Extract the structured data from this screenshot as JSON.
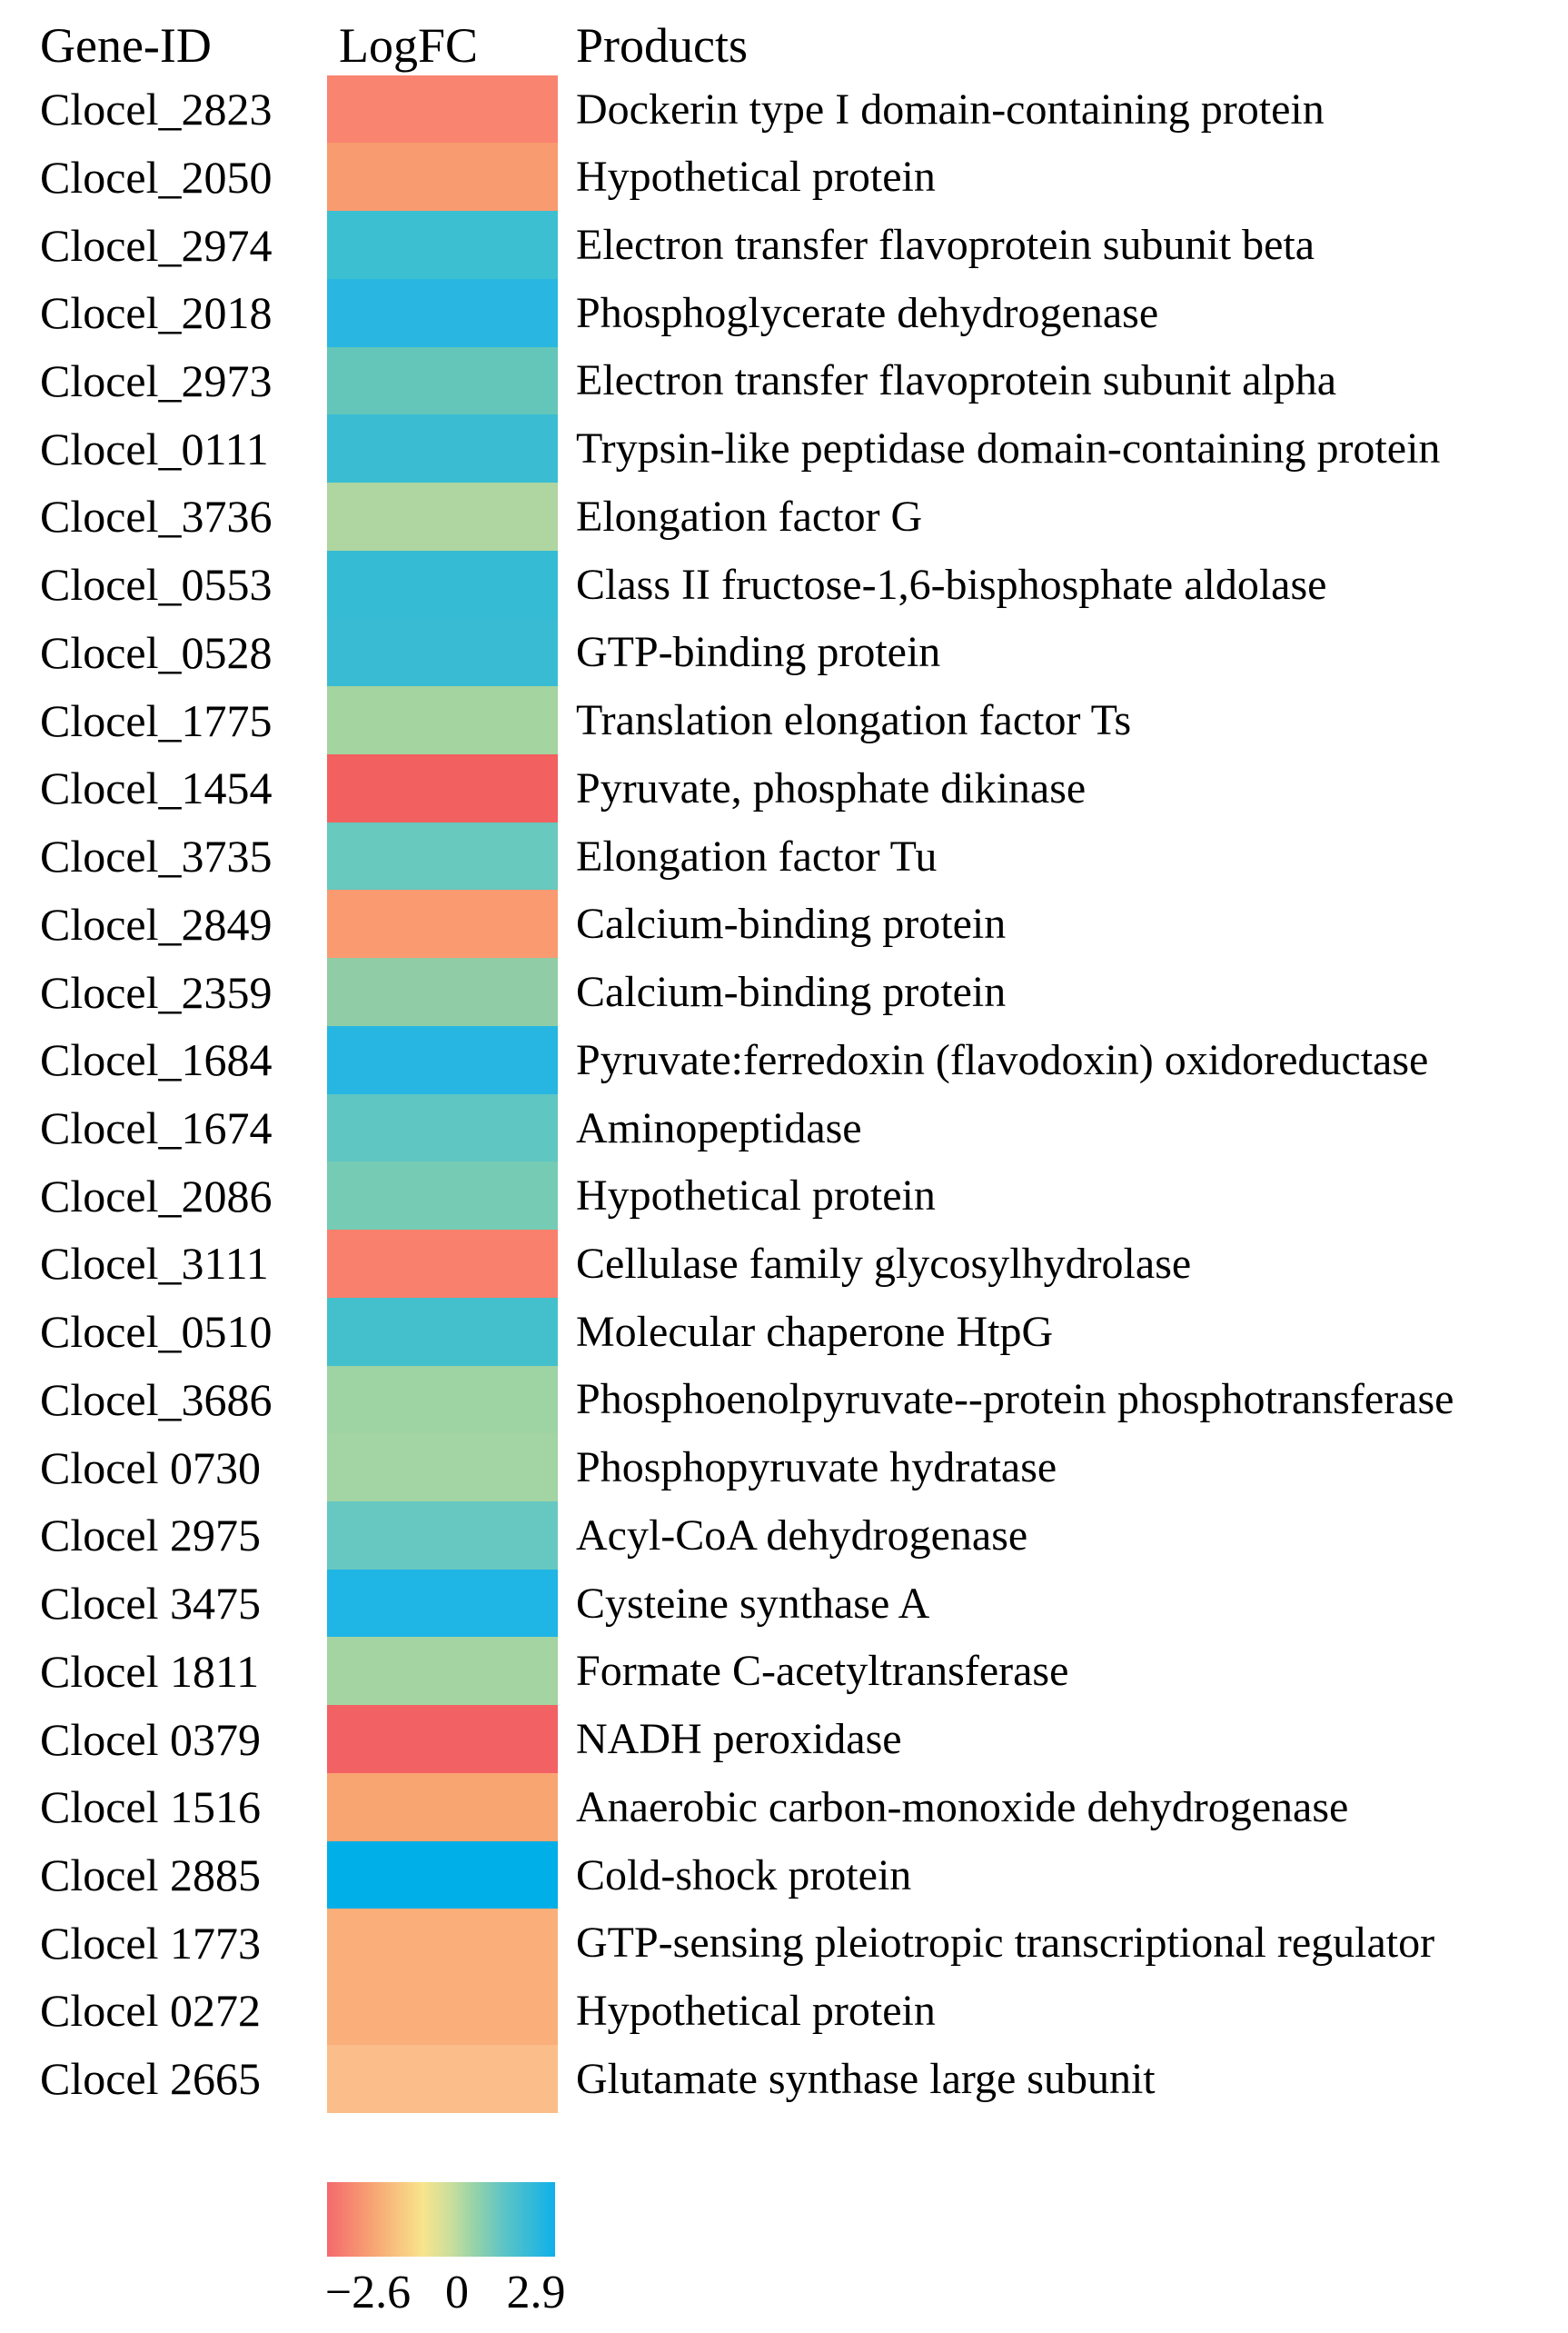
{
  "chart_data": {
    "type": "heatmap",
    "title": "",
    "columns": [
      "Gene-ID",
      "LogFC",
      "Products"
    ],
    "legend_position": "bottom",
    "colorbar": {
      "min": -2.6,
      "mid": 0,
      "max": 2.9,
      "tick_labels": [
        "−2.6",
        "0",
        "2.9"
      ],
      "gradient_stops": [
        [
          "#F4696E",
          0
        ],
        [
          "#F7A473",
          20
        ],
        [
          "#F8E48C",
          42
        ],
        [
          "#CBDF9B",
          54
        ],
        [
          "#99D3A8",
          64
        ],
        [
          "#5BC4C6",
          78
        ],
        [
          "#0FB0E9",
          100
        ]
      ]
    },
    "rows": [
      {
        "gene_id": "Clocel_2823",
        "logfc_color": "#F98470",
        "logfc_estimate": -1.9,
        "product": "Dockerin type I domain-containing protein"
      },
      {
        "gene_id": "Clocel_2050",
        "logfc_color": "#F89B70",
        "logfc_estimate": -1.5,
        "product": "Hypothetical protein"
      },
      {
        "gene_id": "Clocel_2974",
        "logfc_color": "#3DBFD2",
        "logfc_estimate": 1.8,
        "product": "Electron transfer flavoprotein subunit beta"
      },
      {
        "gene_id": "Clocel_2018",
        "logfc_color": "#29B7E1",
        "logfc_estimate": 2.2,
        "product": "Phosphoglycerate dehydrogenase"
      },
      {
        "gene_id": "Clocel_2973",
        "logfc_color": "#63C6B8",
        "logfc_estimate": 1.4,
        "product": "Electron transfer flavoprotein subunit alpha"
      },
      {
        "gene_id": "Clocel_0111",
        "logfc_color": "#3ABCD3",
        "logfc_estimate": 2.0,
        "product": "Trypsin-like peptidase domain-containing protein"
      },
      {
        "gene_id": "Clocel_3736",
        "logfc_color": "#AFD5A0",
        "logfc_estimate": 0.8,
        "product": "Elongation factor G"
      },
      {
        "gene_id": "Clocel_0553",
        "logfc_color": "#36BBD5",
        "logfc_estimate": 2.0,
        "product": "Class II fructose-1,6-bisphosphate aldolase"
      },
      {
        "gene_id": "Clocel_0528",
        "logfc_color": "#39BCD3",
        "logfc_estimate": 2.0,
        "product": "GTP-binding protein"
      },
      {
        "gene_id": "Clocel_1775",
        "logfc_color": "#A4D4A0",
        "logfc_estimate": 0.9,
        "product": "Translation elongation factor Ts"
      },
      {
        "gene_id": "Clocel_1454",
        "logfc_color": "#F2605F",
        "logfc_estimate": -2.5,
        "product": "Pyruvate, phosphate dikinase"
      },
      {
        "gene_id": "Clocel_3735",
        "logfc_color": "#68C9BE",
        "logfc_estimate": 1.4,
        "product": "Elongation factor Tu"
      },
      {
        "gene_id": "Clocel_2849",
        "logfc_color": "#F99A70",
        "logfc_estimate": -1.5,
        "product": "Calcium-binding protein"
      },
      {
        "gene_id": "Clocel_2359",
        "logfc_color": "#90CDA6",
        "logfc_estimate": 1.0,
        "product": "Calcium-binding protein"
      },
      {
        "gene_id": "Clocel_1684",
        "logfc_color": "#27B6E2",
        "logfc_estimate": 2.2,
        "product": "Pyruvate:ferredoxin (flavodoxin) oxidoreductase"
      },
      {
        "gene_id": "Clocel_1674",
        "logfc_color": "#5FC6C2",
        "logfc_estimate": 1.5,
        "product": "Aminopeptidase"
      },
      {
        "gene_id": "Clocel_2086",
        "logfc_color": "#76CBB4",
        "logfc_estimate": 1.2,
        "product": "Hypothetical protein"
      },
      {
        "gene_id": "Clocel_3111",
        "logfc_color": "#F9806D",
        "logfc_estimate": -2.0,
        "product": "Cellulase family glycosylhydrolase"
      },
      {
        "gene_id": "Clocel_0510",
        "logfc_color": "#44C0CD",
        "logfc_estimate": 1.8,
        "product": "Molecular chaperone HtpG"
      },
      {
        "gene_id": "Clocel_3686",
        "logfc_color": "#9ED3A3",
        "logfc_estimate": 1.0,
        "product": "Phosphoenolpyruvate--protein phosphotransferase"
      },
      {
        "gene_id": "Clocel 0730",
        "logfc_color": "#A3D4A3",
        "logfc_estimate": 0.9,
        "product": "Phosphopyruvate hydratase"
      },
      {
        "gene_id": "Clocel 2975",
        "logfc_color": "#67C8C2",
        "logfc_estimate": 1.4,
        "product": "Acyl-CoA dehydrogenase"
      },
      {
        "gene_id": "Clocel 3475",
        "logfc_color": "#1FB5E5",
        "logfc_estimate": 2.4,
        "product": "Cysteine synthase A"
      },
      {
        "gene_id": "Clocel 1811",
        "logfc_color": "#A3D4A2",
        "logfc_estimate": 0.9,
        "product": "Formate C-acetyltransferase"
      },
      {
        "gene_id": "Clocel 0379",
        "logfc_color": "#F26164",
        "logfc_estimate": -2.5,
        "product": "NADH peroxidase"
      },
      {
        "gene_id": "Clocel 1516",
        "logfc_color": "#F9A572",
        "logfc_estimate": -1.3,
        "product": "Anaerobic carbon-monoxide dehydrogenase"
      },
      {
        "gene_id": "Clocel 2885",
        "logfc_color": "#00AEE8",
        "logfc_estimate": 2.9,
        "product": "Cold-shock protein"
      },
      {
        "gene_id": "Clocel 1773",
        "logfc_color": "#FAAF7B",
        "logfc_estimate": -1.1,
        "product": "GTP-sensing pleiotropic transcriptional regulator"
      },
      {
        "gene_id": "Clocel 0272",
        "logfc_color": "#FAAF7B",
        "logfc_estimate": -1.1,
        "product": "Hypothetical protein"
      },
      {
        "gene_id": "Clocel 2665",
        "logfc_color": "#FBBE8A",
        "logfc_estimate": -0.9,
        "product": "Glutamate synthase large subunit"
      }
    ],
    "layout": {
      "rows_top": 82.7,
      "row_height": 74.73
    }
  }
}
